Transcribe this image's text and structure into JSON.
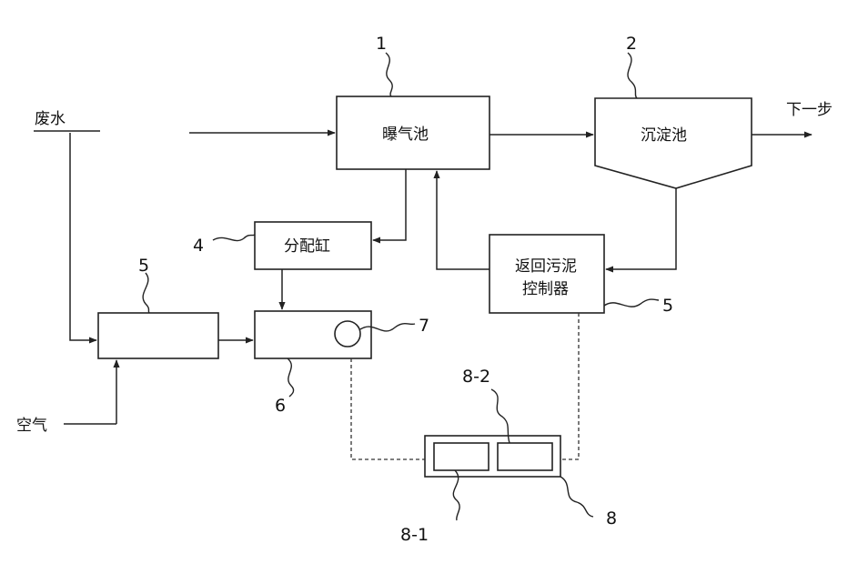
{
  "labels": {
    "wastewater": "废水",
    "air": "空气",
    "next_step": "下一步",
    "aeration_tank": "曝气池",
    "settling_tank": "沉淀池",
    "distribution_tank": "分配缸",
    "return_sludge_line1": "返回污泥",
    "return_sludge_line2": "控制器"
  },
  "ref_numbers": {
    "n1": "1",
    "n2": "2",
    "n4": "4",
    "n5_left": "5",
    "n5_right": "5",
    "n6": "6",
    "n7": "7",
    "n8": "8",
    "n8_1": "8-1",
    "n8_2": "8-2"
  }
}
